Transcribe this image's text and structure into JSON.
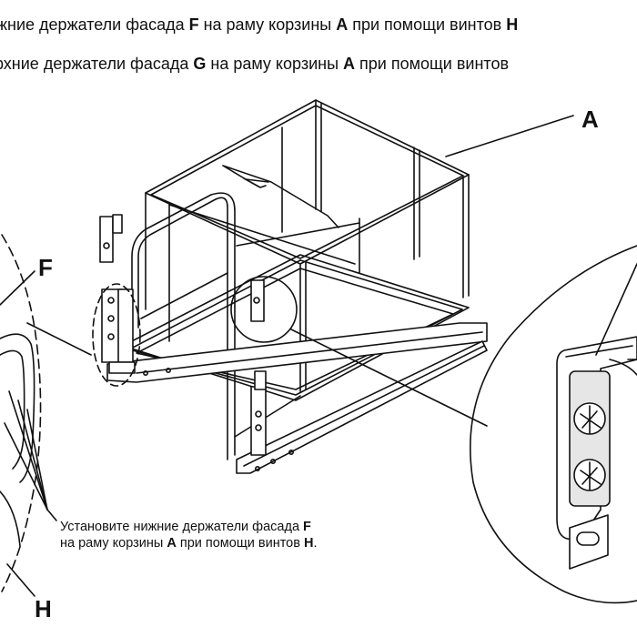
{
  "header": {
    "line1": {
      "before": "жние держатели фасада ",
      "part_f": "F",
      "mid": " на раму корзины ",
      "part_a": "A",
      "after": " при помощи винтов ",
      "part_h": "H"
    },
    "line2": {
      "before": "рхние держатели фасада ",
      "part_g": "G",
      "mid": " на раму корзины ",
      "part_a": "A",
      "after": " при помощи винтов"
    }
  },
  "callouts": {
    "a": "A",
    "f": "F",
    "h": "H"
  },
  "caption": {
    "line1_text": "Установите нижние держатели фасада ",
    "line1_f": "F",
    "line2_text": "на раму корзины ",
    "line2_a": "A",
    "line2_mid": " при помощи винтов ",
    "line2_h": "H",
    "line2_end": "."
  },
  "colors": {
    "ink": "#111111",
    "fill_light": "#e6e6e6",
    "background": "#ffffff"
  }
}
